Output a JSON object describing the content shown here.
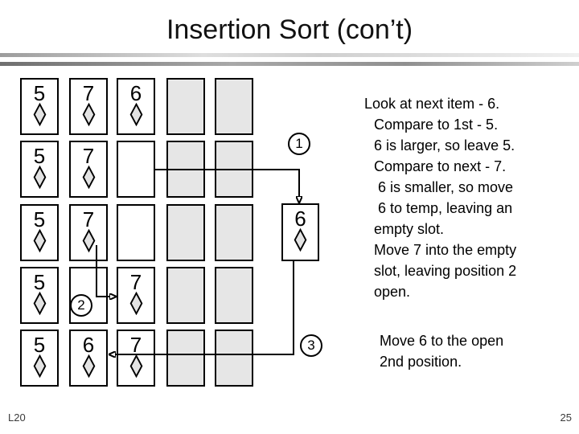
{
  "slide": {
    "title": "Insertion Sort (con’t)",
    "footer_left": "L20",
    "page_number": "25"
  },
  "cards": {
    "rows": [
      [
        "5",
        "7",
        "6",
        null,
        null
      ],
      [
        "5",
        "7",
        "",
        null,
        null
      ],
      [
        "5",
        "7",
        "",
        null,
        null
      ],
      [
        "5",
        "",
        "7",
        null,
        null
      ],
      [
        "5",
        "6",
        "7",
        null,
        null
      ]
    ]
  },
  "temp_box": {
    "value": "6"
  },
  "callouts": [
    "1",
    "2",
    "3"
  ],
  "notes": {
    "lines": [
      "Look at next item - 6.",
      "Compare to 1st - 5.",
      "6 is larger, so leave 5.",
      "Compare to next - 7.",
      "6 is smaller, so move",
      "6 to temp, leaving an",
      "empty slot.",
      "Move 7 into the empty",
      "slot, leaving position 2",
      "open.",
      "Move 6 to the open",
      "2nd position."
    ]
  },
  "icons": {
    "diamond": "diamond-icon"
  },
  "colors": {
    "card_gray": "#e6e6e6",
    "diamond_fill": "#e3e3e3",
    "line": "#000000"
  }
}
